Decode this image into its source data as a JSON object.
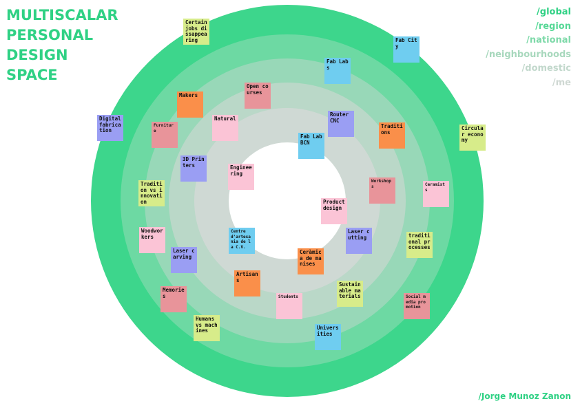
{
  "title_lines": [
    "MULTISCALAR",
    "PERSONAL",
    "DESIGN",
    "SPACE"
  ],
  "scales": [
    {
      "label": "/global",
      "color": "#2fd184"
    },
    {
      "label": "/region",
      "color": "#56d896"
    },
    {
      "label": "/national",
      "color": "#7ed9a9"
    },
    {
      "label": "/neighbourhoods",
      "color": "#a8d8bd"
    },
    {
      "label": "/domestic",
      "color": "#c2d8cc"
    },
    {
      "label": "/me",
      "color": "#cfd8d3"
    }
  ],
  "author": "/Jorge Munoz Zanon",
  "colors": {
    "ring_global": "#3dd68c",
    "ring_region": "#6dd9a3",
    "ring_national": "#98d8b8",
    "ring_neighbourhoods": "#bad8c8",
    "ring_domestic": "#cfd9d4",
    "center": "#ffffff",
    "note_green": "#d7ec8a",
    "note_blue": "#6fcdf0",
    "note_orange": "#fa8f4a",
    "note_red": "#e8949a",
    "note_pink": "#fbc4d6",
    "note_purple": "#9a9ef3"
  },
  "notes": [
    {
      "text": "Certain jobs dissappearing",
      "color": "note_green"
    },
    {
      "text": "Fab City",
      "color": "note_blue"
    },
    {
      "text": "Fab Labs",
      "color": "note_blue"
    },
    {
      "text": "Open courses",
      "color": "note_red"
    },
    {
      "text": "Makers",
      "color": "note_orange"
    },
    {
      "text": "Natural",
      "color": "note_pink"
    },
    {
      "text": "Router CNC",
      "color": "note_purple"
    },
    {
      "text": "Traditions",
      "color": "note_orange"
    },
    {
      "text": "Circular economy",
      "color": "note_green"
    },
    {
      "text": "Digital fabrication",
      "color": "note_purple"
    },
    {
      "text": "Furniture",
      "color": "note_red"
    },
    {
      "text": "Fab Lab BCN",
      "color": "note_blue"
    },
    {
      "text": "3D Printers",
      "color": "note_purple"
    },
    {
      "text": "Engineering",
      "color": "note_pink"
    },
    {
      "text": "Workshops",
      "color": "note_red"
    },
    {
      "text": "Ceramists",
      "color": "note_pink"
    },
    {
      "text": "Tradition vs innovation",
      "color": "note_green"
    },
    {
      "text": "Product design",
      "color": "note_pink"
    },
    {
      "text": "Woodworkers",
      "color": "note_pink"
    },
    {
      "text": "Centre d'artesania de la C.V.",
      "color": "note_blue"
    },
    {
      "text": "Laser cutting",
      "color": "note_purple"
    },
    {
      "text": "traditional processes",
      "color": "note_green"
    },
    {
      "text": "Laser carving",
      "color": "note_purple"
    },
    {
      "text": "Ceràmica de manises",
      "color": "note_orange"
    },
    {
      "text": "Artisans",
      "color": "note_orange"
    },
    {
      "text": "Memories",
      "color": "note_red"
    },
    {
      "text": "Students",
      "color": "note_pink"
    },
    {
      "text": "Sustainable materials",
      "color": "note_green"
    },
    {
      "text": "Social media promotion",
      "color": "note_red"
    },
    {
      "text": "Humans vs machines",
      "color": "note_green"
    },
    {
      "text": "Universities",
      "color": "note_blue"
    }
  ]
}
